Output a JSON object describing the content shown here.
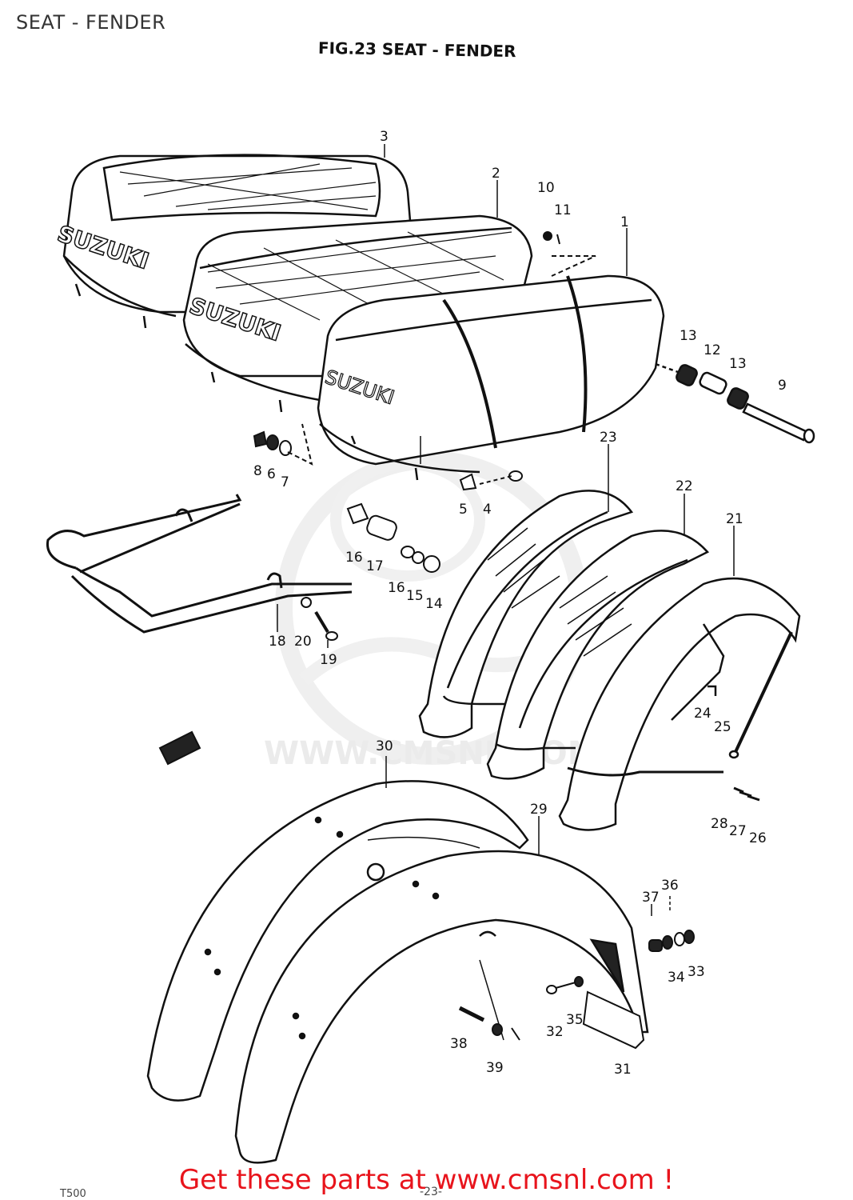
{
  "header": {
    "title": "SEAT - FENDER"
  },
  "figure": {
    "title": "FIG.23  SEAT - FENDER"
  },
  "watermark": {
    "text": "WWW.CMSNL.COM"
  },
  "brand": {
    "seat_logo": "SUZUKI"
  },
  "callouts": [
    {
      "id": "1",
      "label": "1"
    },
    {
      "id": "2",
      "label": "2"
    },
    {
      "id": "3",
      "label": "3"
    },
    {
      "id": "4",
      "label": "4"
    },
    {
      "id": "5",
      "label": "5"
    },
    {
      "id": "6",
      "label": "6"
    },
    {
      "id": "7",
      "label": "7"
    },
    {
      "id": "8",
      "label": "8"
    },
    {
      "id": "9",
      "label": "9"
    },
    {
      "id": "10",
      "label": "10"
    },
    {
      "id": "11",
      "label": "11"
    },
    {
      "id": "12",
      "label": "12"
    },
    {
      "id": "13a",
      "label": "13"
    },
    {
      "id": "13b",
      "label": "13"
    },
    {
      "id": "14",
      "label": "14"
    },
    {
      "id": "15",
      "label": "15"
    },
    {
      "id": "16a",
      "label": "16"
    },
    {
      "id": "16b",
      "label": "16"
    },
    {
      "id": "17",
      "label": "17"
    },
    {
      "id": "18",
      "label": "18"
    },
    {
      "id": "19",
      "label": "19"
    },
    {
      "id": "20",
      "label": "20"
    },
    {
      "id": "21",
      "label": "21"
    },
    {
      "id": "22",
      "label": "22"
    },
    {
      "id": "23",
      "label": "23"
    },
    {
      "id": "24",
      "label": "24"
    },
    {
      "id": "25",
      "label": "25"
    },
    {
      "id": "26",
      "label": "26"
    },
    {
      "id": "27",
      "label": "27"
    },
    {
      "id": "28",
      "label": "28"
    },
    {
      "id": "29",
      "label": "29"
    },
    {
      "id": "30",
      "label": "30"
    },
    {
      "id": "31",
      "label": "31"
    },
    {
      "id": "32",
      "label": "32"
    },
    {
      "id": "33",
      "label": "33"
    },
    {
      "id": "34",
      "label": "34"
    },
    {
      "id": "35",
      "label": "35"
    },
    {
      "id": "36",
      "label": "36"
    },
    {
      "id": "37",
      "label": "37"
    },
    {
      "id": "38",
      "label": "38"
    },
    {
      "id": "39",
      "label": "39"
    }
  ],
  "footer": {
    "link_text": "Get these parts at www.cmsnl.com !",
    "page_number": "-23-",
    "corner_code": "T500"
  }
}
